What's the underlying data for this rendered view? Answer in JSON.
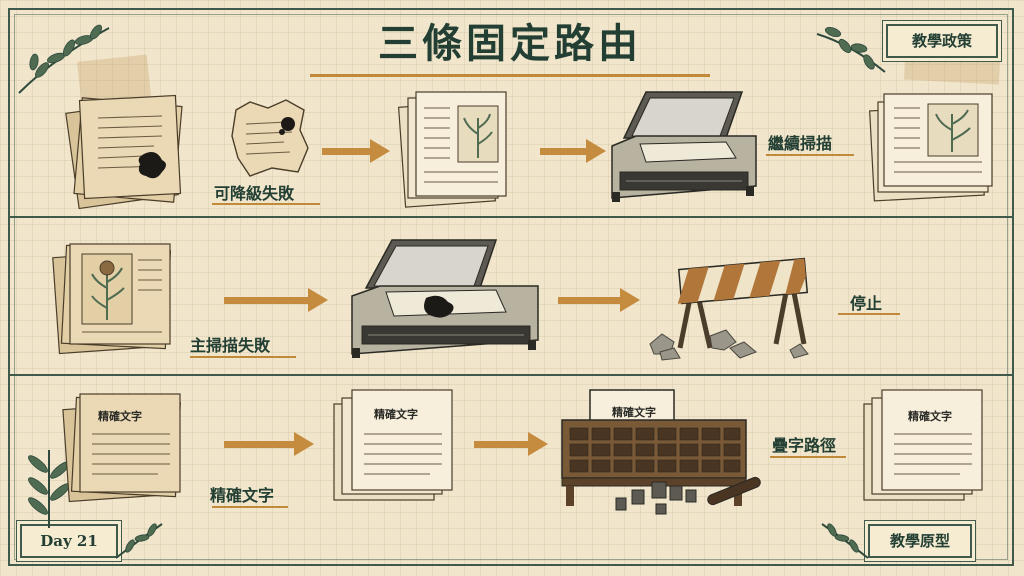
{
  "title": "三條固定路由",
  "badges": {
    "top_right": "教學政策",
    "bottom_left": "Day 21",
    "bottom_right": "教學原型"
  },
  "rows": [
    {
      "left_label": "可降級失敗",
      "right_label": "繼續掃描"
    },
    {
      "left_label": "主掃描失敗",
      "right_label": "停止"
    },
    {
      "left_label": "精確文字",
      "right_label": "疊字路徑",
      "sheet_text": "精確文字"
    }
  ],
  "colors": {
    "ink": "#233f34",
    "accent": "#c08a3a",
    "arrow": "#c58b3e",
    "paper": "#f1e6cb"
  },
  "icons": [
    "leaf-sprig-icon",
    "arrow-right-icon",
    "paper-stack-icon",
    "scanner-icon",
    "barricade-icon",
    "type-case-icon"
  ]
}
